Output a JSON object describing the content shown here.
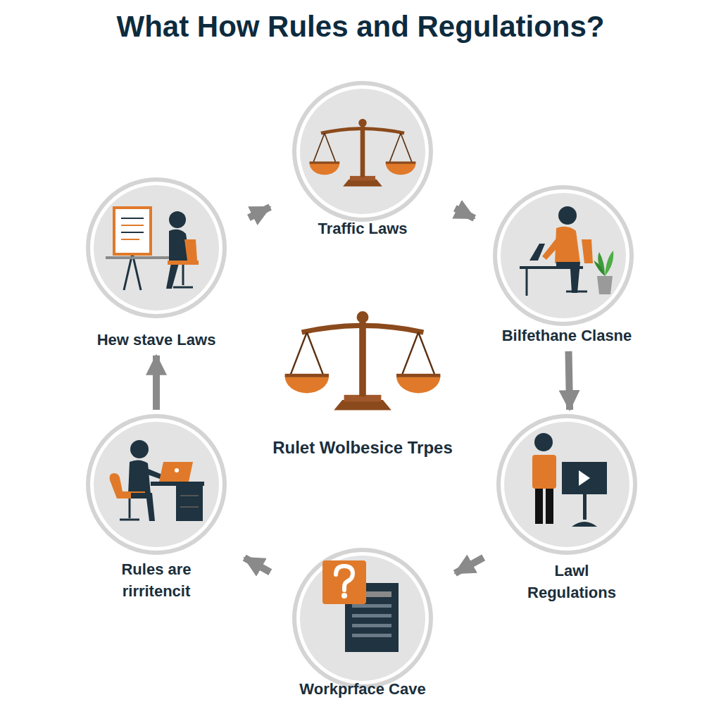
{
  "diagram": {
    "title": "What How Rules and Regulations?",
    "nodes": [
      {
        "text": [
          "Traffic Laws"
        ]
      },
      {
        "text": [
          "Hew stave Laws"
        ]
      },
      {
        "text": [
          "Bilfethane Clasne"
        ]
      },
      {
        "text": [
          "Rules are rirritencit"
        ]
      },
      {
        "text": [
          "Lawl Regulations"
        ]
      },
      {
        "text": [
          "Workprface Cave"
        ]
      }
    ],
    "edges": [
      {
        "from": 1,
        "to": 0,
        "arrow": "to"
      },
      {
        "from": 0,
        "to": 2,
        "arrow": "to"
      },
      {
        "from": 2,
        "to": 4,
        "arrow": "to"
      },
      {
        "from": 4,
        "to": 5,
        "arrow": "to"
      },
      {
        "from": 5,
        "to": 3,
        "arrow": "to"
      },
      {
        "from": 3,
        "to": 1,
        "arrow": "to"
      }
    ],
    "labels": [
      "Rulet Wolbesice Trpes"
    ]
  }
}
